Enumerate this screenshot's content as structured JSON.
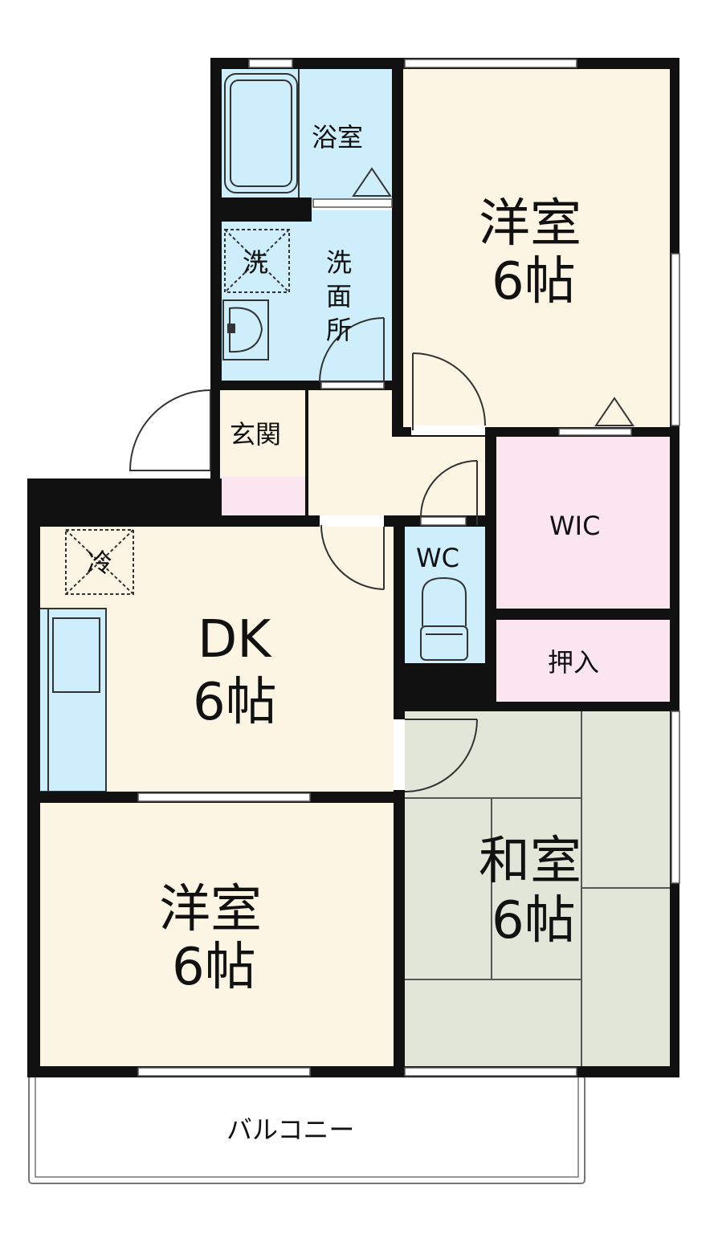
{
  "colors": {
    "wall": "#111111",
    "western_room": "#fdf5e4",
    "wet_area": "#cdeefa",
    "storage": "#fbe6ef",
    "tatami": "#e1e6d8",
    "balcony": "#ffffff"
  },
  "rooms": {
    "bath": {
      "label": "浴室"
    },
    "laundry": {
      "label": "洗"
    },
    "washroom": {
      "label": [
        "洗",
        "面",
        "所"
      ]
    },
    "western_top": {
      "label": "洋室",
      "size": "6帖"
    },
    "entrance": {
      "label": "玄関"
    },
    "wic": {
      "label": "WIC"
    },
    "fridge": {
      "label": "冷"
    },
    "wc": {
      "label": "WC"
    },
    "closet": {
      "label": "押入"
    },
    "dk": {
      "label": "DK",
      "size": "6帖"
    },
    "western_bottom": {
      "label": "洋室",
      "size": "6帖"
    },
    "japanese": {
      "label": "和室",
      "size": "6帖"
    },
    "balcony": {
      "label": "バルコニー"
    }
  }
}
